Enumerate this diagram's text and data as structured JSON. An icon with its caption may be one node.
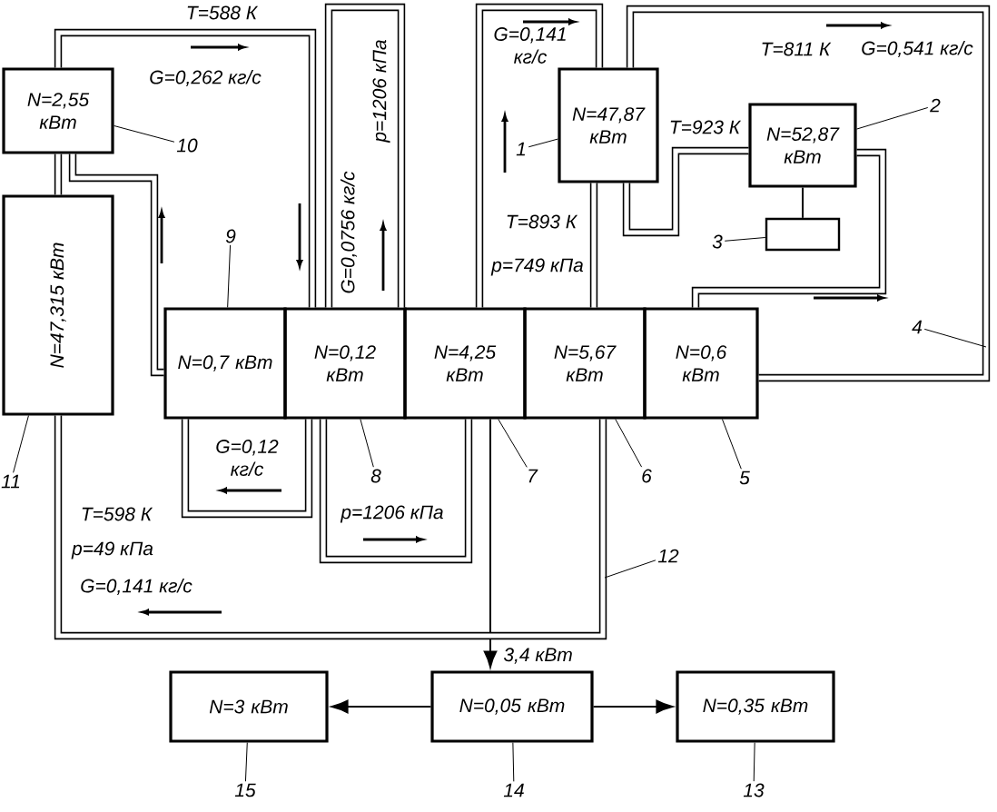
{
  "diagram": {
    "nodes": [
      {
        "text": [
          "N=2,55 кВт"
        ]
      },
      {
        "text": [
          "N=47,315 кВт"
        ]
      },
      {
        "text": [
          "N=0,7 кВт"
        ]
      },
      {
        "text": [
          "N=0,12 кВт"
        ]
      },
      {
        "text": [
          "N=4,25 кВт"
        ]
      },
      {
        "text": [
          "N=5,67 кВт"
        ]
      },
      {
        "text": [
          "N=0,6 кВт"
        ]
      },
      {
        "text": [
          "N=47,87 кВт"
        ]
      },
      {
        "text": [
          "N=52,87 кВт"
        ]
      },
      {
        "text": [],
        "shape": "box"
      },
      {
        "text": [
          "N=3 кВт"
        ]
      },
      {
        "text": [
          "N=0,05 кВт"
        ]
      },
      {
        "text": [
          "N=0,35 кВт"
        ]
      },
      {
        "text": [
          "1"
        ]
      },
      {
        "text": [
          "2"
        ]
      },
      {
        "text": [
          "3"
        ]
      },
      {
        "text": [
          "4"
        ]
      },
      {
        "text": [
          "5"
        ]
      },
      {
        "text": [
          "6"
        ]
      },
      {
        "text": [
          "7"
        ]
      },
      {
        "text": [
          "8"
        ]
      },
      {
        "text": [
          "9"
        ]
      },
      {
        "text": [
          "10"
        ]
      },
      {
        "text": [
          "11"
        ]
      },
      {
        "text": [
          "12"
        ]
      },
      {
        "text": [
          "13"
        ]
      },
      {
        "text": [
          "14"
        ]
      },
      {
        "text": [
          "15"
        ]
      }
    ],
    "edges": [
      {
        "from": 11,
        "to": 10,
        "arrow": "to"
      },
      {
        "from": 11,
        "to": 12,
        "arrow": "to"
      },
      {
        "from": 4,
        "to": 11,
        "arrow": "to",
        "label": "3,4 кВт"
      },
      {
        "from": 8,
        "to": 9,
        "arrow": "none"
      },
      {
        "from": 0,
        "to": 3,
        "arrow": "none",
        "style": "thick"
      },
      {
        "from": 0,
        "to": 1,
        "arrow": "none",
        "style": "thick"
      },
      {
        "from": 0,
        "to": 2,
        "arrow": "none",
        "style": "thick"
      },
      {
        "from": 1,
        "to": 5,
        "arrow": "none",
        "style": "thick"
      },
      {
        "from": 2,
        "to": 3,
        "arrow": "none",
        "style": "thick"
      },
      {
        "from": 3,
        "to": 4,
        "arrow": "none",
        "style": "thick"
      },
      {
        "from": 4,
        "to": 7,
        "arrow": "none",
        "style": "thick"
      },
      {
        "from": 7,
        "to": 5,
        "arrow": "none",
        "style": "thick"
      },
      {
        "from": 7,
        "to": 8,
        "arrow": "none",
        "style": "thick"
      },
      {
        "from": 8,
        "to": 6,
        "arrow": "none",
        "style": "thick"
      },
      {
        "from": 7,
        "to": 6,
        "arrow": "none",
        "style": "thick"
      },
      {
        "from": 13,
        "to": 7,
        "arrow": "none"
      },
      {
        "from": 14,
        "to": 8,
        "arrow": "none"
      },
      {
        "from": 15,
        "to": 9,
        "arrow": "none"
      },
      {
        "from": 16,
        "to": null,
        "arrow": "none"
      },
      {
        "from": 17,
        "to": 6,
        "arrow": "none"
      },
      {
        "from": 18,
        "to": 5,
        "arrow": "none"
      },
      {
        "from": 19,
        "to": 4,
        "arrow": "none"
      },
      {
        "from": 20,
        "to": 3,
        "arrow": "none"
      },
      {
        "from": 21,
        "to": 2,
        "arrow": "none"
      },
      {
        "from": 22,
        "to": 0,
        "arrow": "none"
      },
      {
        "from": 23,
        "to": 1,
        "arrow": "none"
      },
      {
        "from": 24,
        "to": null,
        "arrow": "none"
      },
      {
        "from": 25,
        "to": 12,
        "arrow": "none"
      },
      {
        "from": 26,
        "to": 11,
        "arrow": "none"
      },
      {
        "from": 27,
        "to": 10,
        "arrow": "none"
      }
    ],
    "labels": [
      "T=588 К",
      "G=0,262 кг/с",
      "G=0,0756 кг/с",
      "p=1206 кПа",
      "G=0,141 кг/с",
      "T=811 К",
      "G=0,541 кг/с",
      "T=923 К",
      "T=893 К",
      "p=749 кПа",
      "G=0,12 кг/с",
      "p=1206 кПа",
      "T=598 К",
      "p=49 кПа",
      "G=0,141 кг/с"
    ]
  }
}
